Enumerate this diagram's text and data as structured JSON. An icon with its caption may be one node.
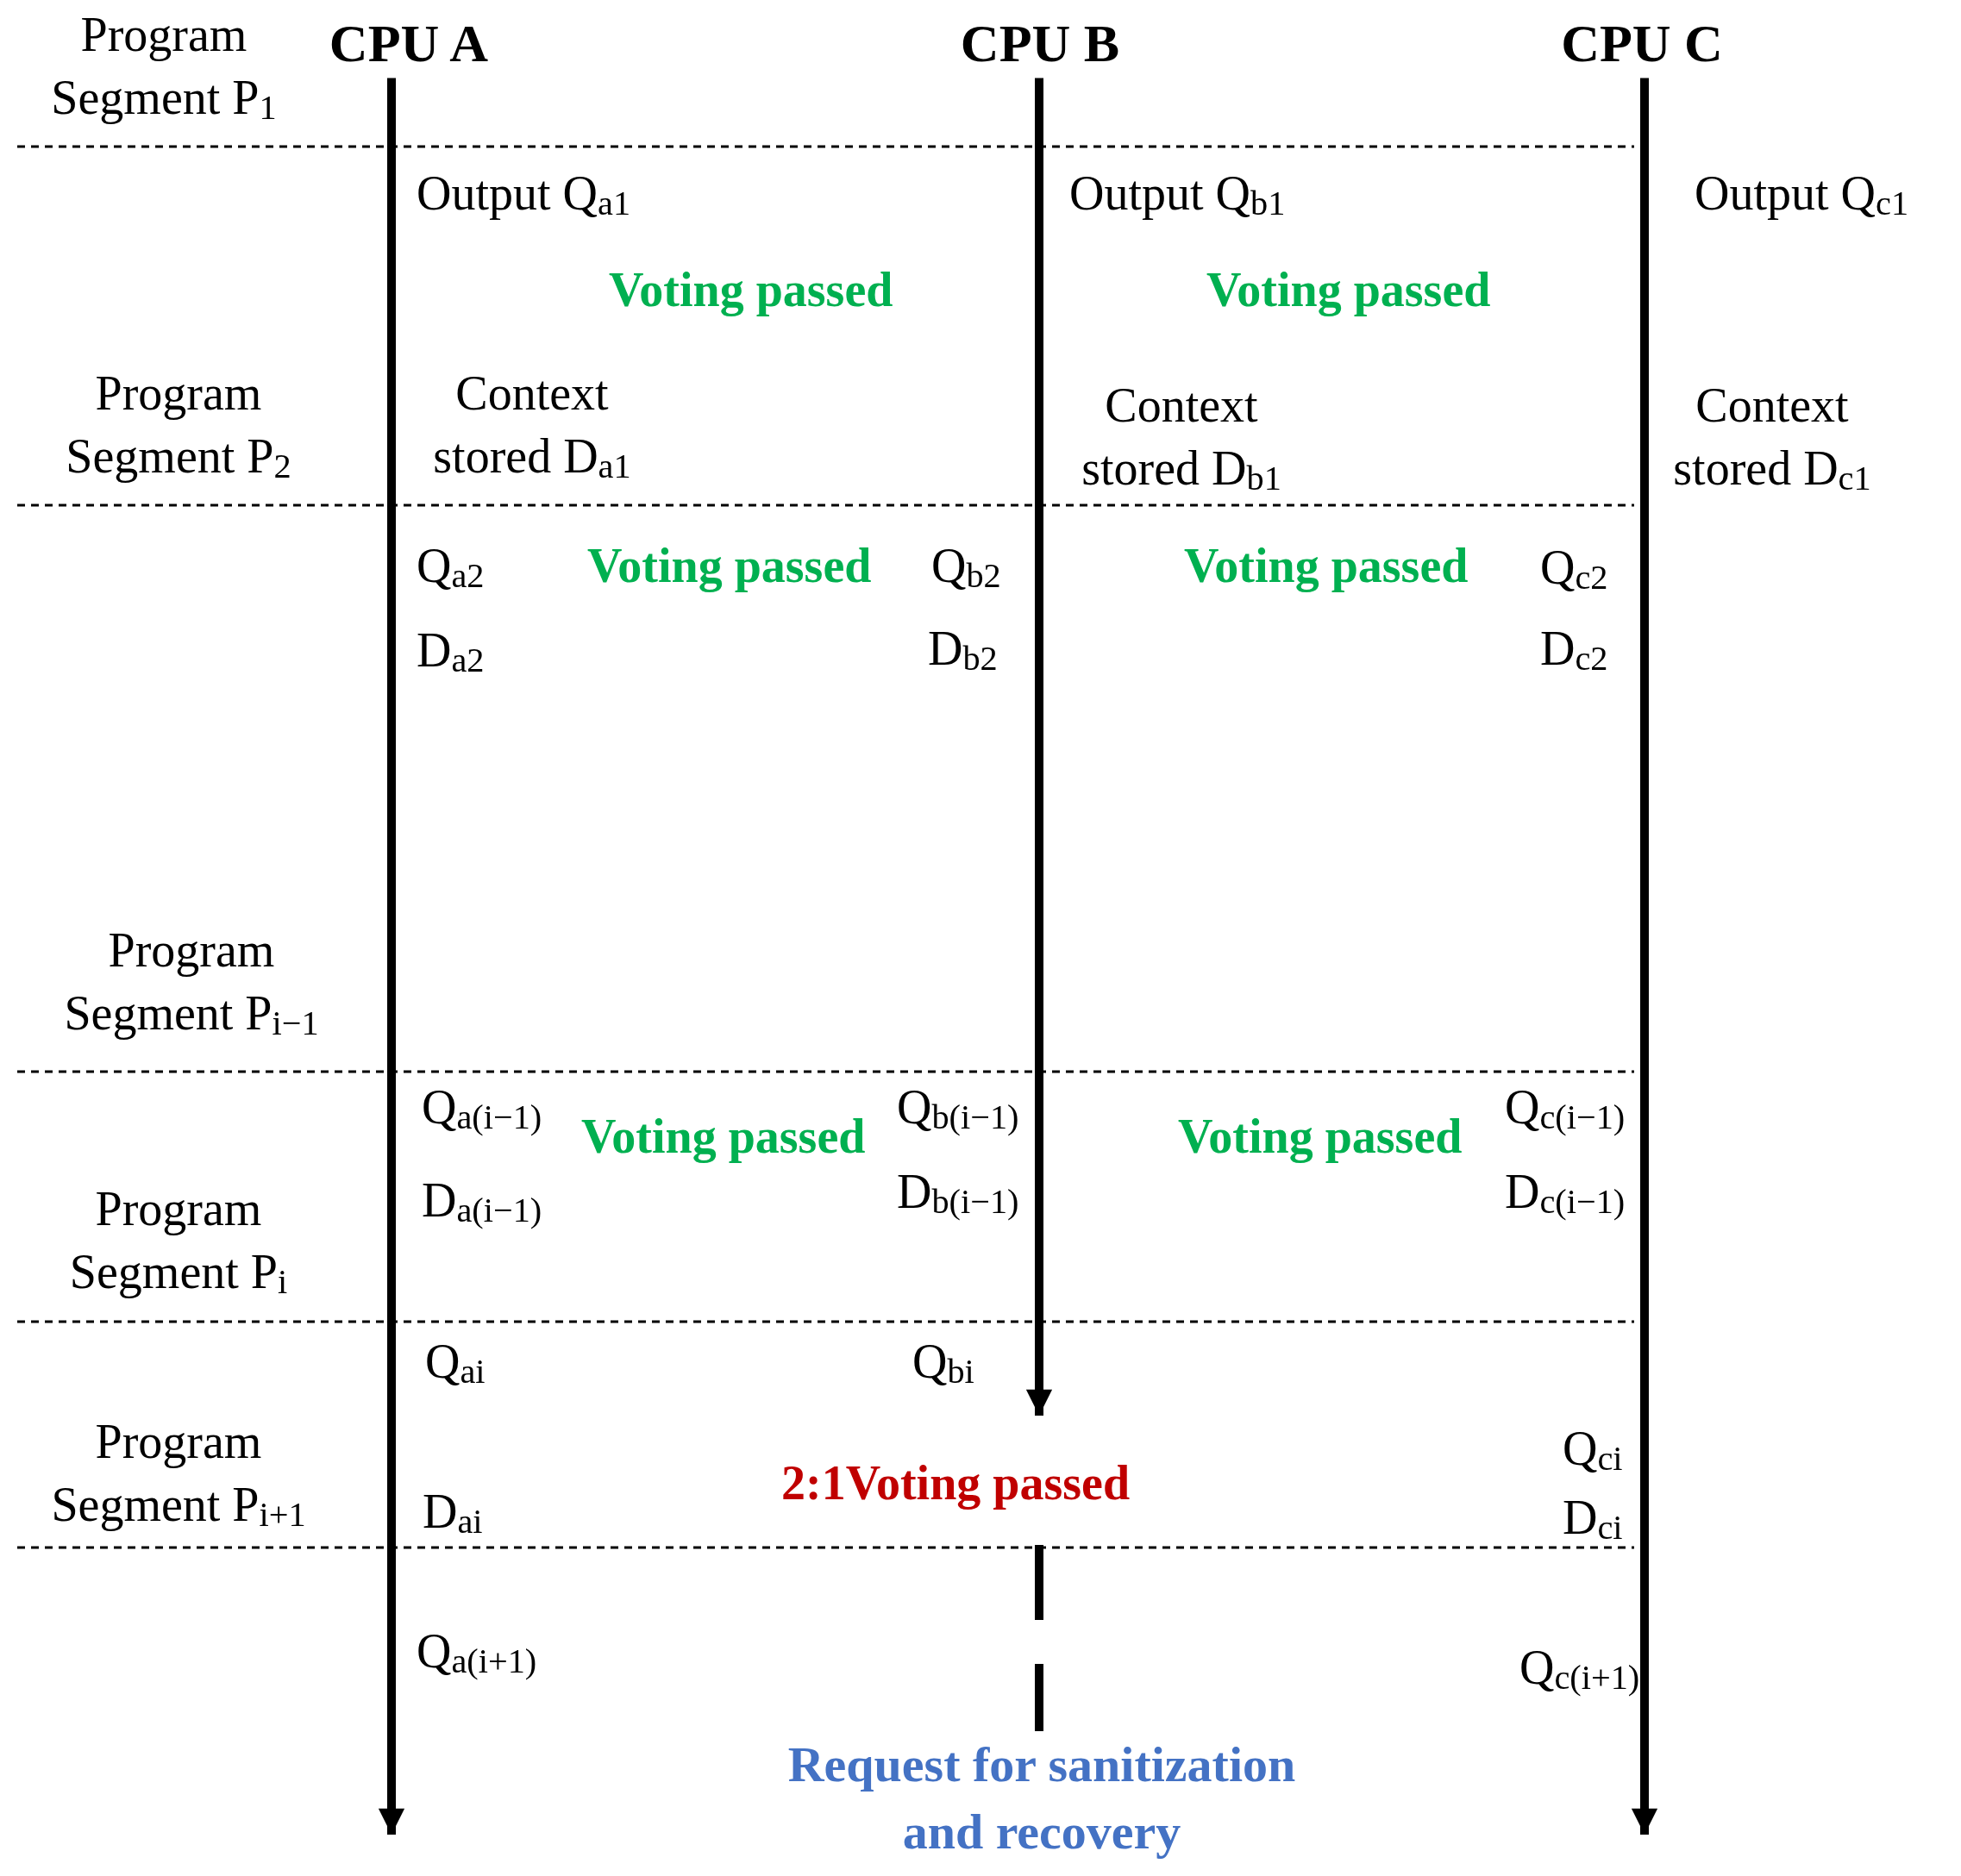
{
  "diagram": {
    "nodes": [
      {
        "text": [
          "CPU A"
        ]
      },
      {
        "text": [
          "CPU B"
        ]
      },
      {
        "text": [
          "CPU C"
        ]
      },
      {
        "text": [
          "Request for sanitization and recovery"
        ]
      }
    ],
    "edges": [
      {
        "from": 0,
        "to": null,
        "arrow": "to"
      },
      {
        "from": 1,
        "to": null,
        "arrow": "to"
      },
      {
        "from": 2,
        "to": null,
        "arrow": "to"
      },
      {
        "from": null,
        "to": 3,
        "arrow": "none",
        "style": "dashed"
      }
    ],
    "labels": [
      "Program Segment P$_{1}$",
      "Output Q$_{a1}$",
      "Output Q$_{b1}$",
      "Output Q$_{c1}$",
      "Voting passed",
      "Voting passed",
      "Program Segment P$_{2}$",
      "Context stored D$_{a1}$",
      "Context stored D$_{b1}$",
      "Context stored D$_{c1}$",
      "Q$_{a2}$",
      "Voting passed",
      "Q$_{b2}$",
      "Voting passed",
      "Q$_{c2}$",
      "D$_{a2}$",
      "D$_{b2}$",
      "D$_{c2}$",
      "Program Segment P$_{i−1}$",
      "Q$_{a(i−1)}$",
      "Voting passed",
      "Q$_{b(i−1)}$",
      "Voting passed",
      "Q$_{c(i−1)}$",
      "D$_{a(i−1)}$",
      "D$_{b(i−1)}$",
      "D$_{c(i−1)}$",
      "Program Segment P$_{i}$",
      "Q$_{ai}$",
      "Q$_{bi}$",
      "Program Segment P$_{i+1}$",
      "Q$_{ci}$",
      "2:1Voting passed",
      "D$_{ai}$",
      "D$_{ci}$",
      "Q$_{a(i+1)}$",
      "Q$_{c(i+1)}$"
    ]
  }
}
